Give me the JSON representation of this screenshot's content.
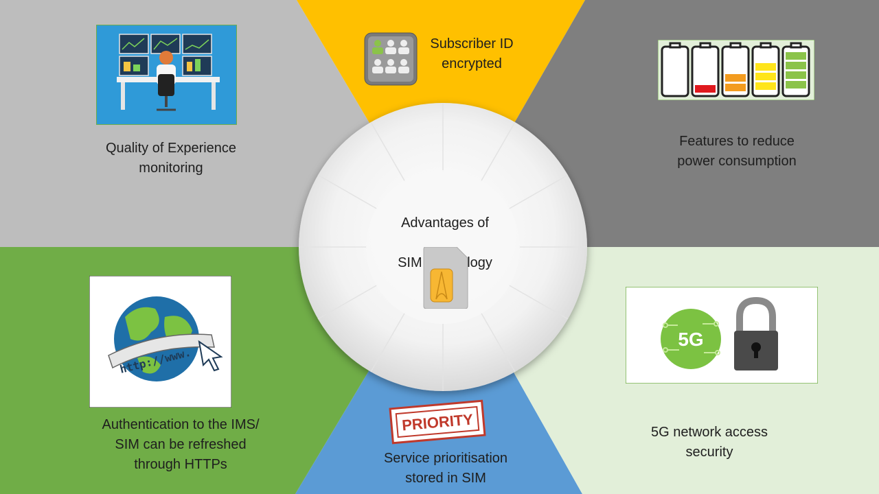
{
  "center": {
    "title_line1": "Advantages of",
    "title_line2": "SIM technology"
  },
  "items": {
    "subscriber_id": "Subscriber ID\nencrypted",
    "power": "Features to reduce\npower consumption",
    "security_5g": "5G network access\nsecurity",
    "priority": "Service prioritisation\nstored in SIM",
    "authentication": "Authentication to the IMS/\nSIM can be refreshed\nthrough HTTPs",
    "qoe": "Quality of Experience\nmonitoring"
  },
  "images": {
    "priority_stamp": "PRIORITY",
    "globe_url": "http://www.",
    "badge_5g": "5G"
  },
  "colors": {
    "gray_left": "#bdbdbd",
    "gray_right": "#7f7f7f",
    "yellow": "#ffc000",
    "blue": "#5b9bd5",
    "green": "#70ad47",
    "light_green": "#e2efd9"
  }
}
